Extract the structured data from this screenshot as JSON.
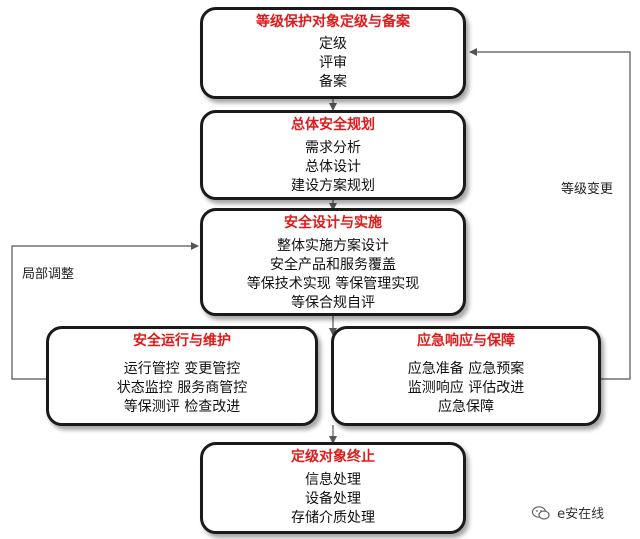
{
  "boxes": {
    "grading": {
      "title": "等级保护对象定级与备案",
      "lines": [
        "定级",
        "评审",
        "备案"
      ]
    },
    "planning": {
      "title": "总体安全规划",
      "lines": [
        "需求分析",
        "总体设计",
        "建设方案规划"
      ]
    },
    "design": {
      "title": "安全设计与实施",
      "lines": [
        "整体实施方案设计",
        "安全产品和服务覆盖",
        "等保技术实现 等保管理实现",
        "等保合规自评"
      ]
    },
    "operations": {
      "title": "安全运行与维护",
      "lines": [
        "运行管控 变更管控",
        "状态监控 服务商管控",
        "等保测评 检查改进"
      ]
    },
    "emergency": {
      "title": "应急响应与保障",
      "lines": [
        "应急准备 应急预案",
        "监测响应 评估改进",
        "应急保障"
      ]
    },
    "termination": {
      "title": "定级对象终止",
      "lines": [
        "信息处理",
        "设备处理",
        "存储介质处理"
      ]
    }
  },
  "feedback_labels": {
    "left": "局部调整",
    "right": "等级变更"
  },
  "watermark": {
    "text": "e安在线",
    "icon": "wechat-icon"
  },
  "colors": {
    "title": "#e01a1a",
    "border": "#1a1a1a",
    "arrow": "#555555"
  }
}
